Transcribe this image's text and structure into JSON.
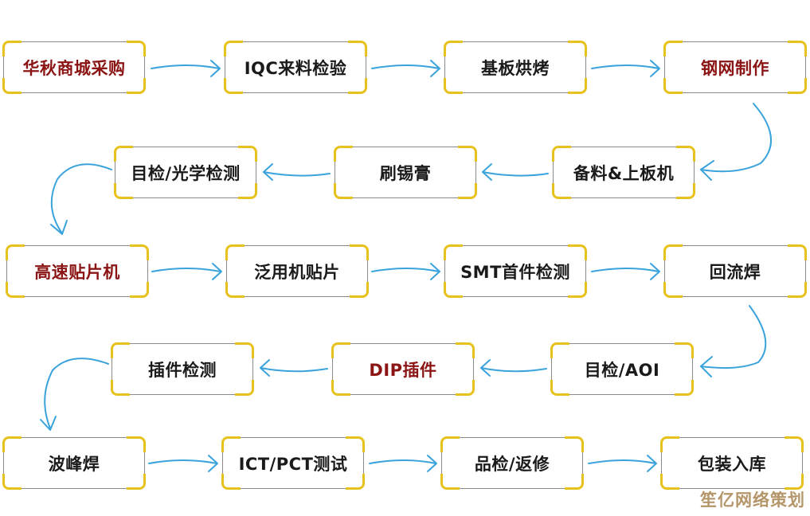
{
  "title": "SMT/DIP生产工艺流程",
  "colors": {
    "arrow": "#3aa3dc",
    "box_corner": "#e8c21c",
    "box_border": "#8a8a8a",
    "label_default": "#1a1a1a",
    "label_highlight": "#8b1414",
    "watermark": "#b5966a"
  },
  "steps": [
    {
      "id": 1,
      "label": "华秋商城采购",
      "highlight": true
    },
    {
      "id": 2,
      "label": "IQC来料检验",
      "highlight": false
    },
    {
      "id": 3,
      "label": "基板烘烤",
      "highlight": false
    },
    {
      "id": 4,
      "label": "钢网制作",
      "highlight": true
    },
    {
      "id": 5,
      "label": "备料&上板机",
      "highlight": false
    },
    {
      "id": 6,
      "label": "刷锡膏",
      "highlight": false
    },
    {
      "id": 7,
      "label": "目检/光学检测",
      "highlight": false
    },
    {
      "id": 8,
      "label": "高速贴片机",
      "highlight": true
    },
    {
      "id": 9,
      "label": "泛用机贴片",
      "highlight": false
    },
    {
      "id": 10,
      "label": "SMT首件检测",
      "highlight": false
    },
    {
      "id": 11,
      "label": "回流焊",
      "highlight": false
    },
    {
      "id": 12,
      "label": "目检/AOI",
      "highlight": false
    },
    {
      "id": 13,
      "label": "DIP插件",
      "highlight": true
    },
    {
      "id": 14,
      "label": "插件检测",
      "highlight": false
    },
    {
      "id": 15,
      "label": "波峰焊",
      "highlight": false
    },
    {
      "id": 16,
      "label": "ICT/PCT测试",
      "highlight": false
    },
    {
      "id": 17,
      "label": "品检/返修",
      "highlight": false
    },
    {
      "id": 18,
      "label": "包装入库",
      "highlight": false
    }
  ],
  "edges": [
    [
      1,
      2
    ],
    [
      2,
      3
    ],
    [
      3,
      4
    ],
    [
      4,
      5
    ],
    [
      5,
      6
    ],
    [
      6,
      7
    ],
    [
      7,
      8
    ],
    [
      8,
      9
    ],
    [
      9,
      10
    ],
    [
      10,
      11
    ],
    [
      11,
      12
    ],
    [
      12,
      13
    ],
    [
      13,
      14
    ],
    [
      14,
      15
    ],
    [
      15,
      16
    ],
    [
      16,
      17
    ],
    [
      17,
      18
    ]
  ],
  "watermark": "笙亿网络策划"
}
